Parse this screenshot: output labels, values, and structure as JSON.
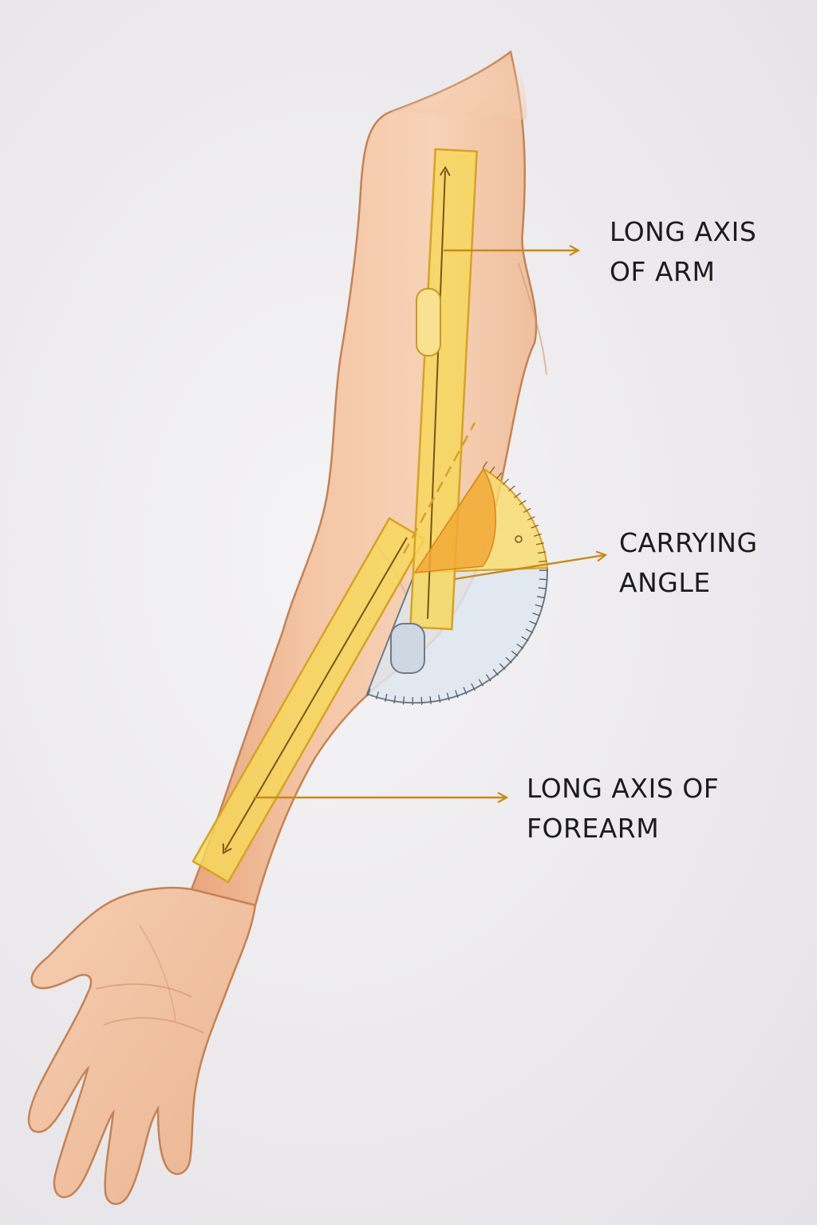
{
  "labels": {
    "long_axis_arm": {
      "line1": "LONG AXIS",
      "line2": "OF ARM"
    },
    "carrying_angle": {
      "line1": "CARRYING",
      "line2": "ANGLE"
    },
    "long_axis_forearm": {
      "line1": "LONG AXIS OF",
      "line2": "FOREARM"
    }
  },
  "colors": {
    "skin": "#f2c7a6",
    "skin_outline": "#b7784c",
    "goniometer_arm": "#f7d85a",
    "goniometer_outline": "#d7a226",
    "angle_fill": "#f2a93a",
    "leader_arrow": "#c98a16",
    "protractor_glass": "#dfe6ee"
  }
}
